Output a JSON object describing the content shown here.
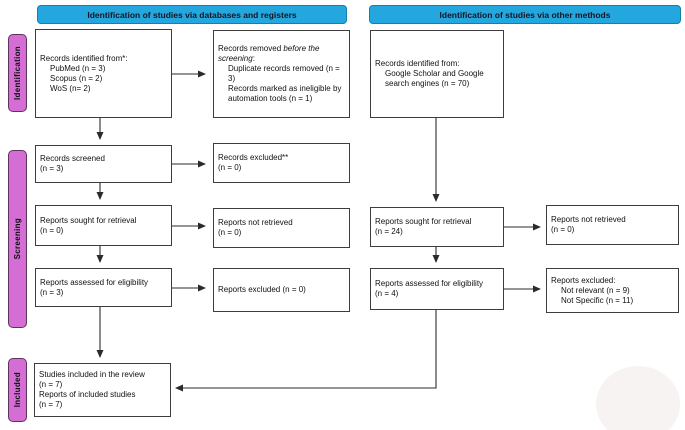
{
  "colors": {
    "header_bg": "#24a7de",
    "stage_bg": "#d46ed4"
  },
  "headers": {
    "databases": "Identification of studies via databases and registers",
    "other": "Identification of studies via other methods"
  },
  "stages": {
    "identification": "Identification",
    "screening": "Screening",
    "included": "Included"
  },
  "boxes": {
    "identified_db": {
      "title": "Records identified from*:",
      "items": [
        "PubMed (n = 3)",
        "Scopus (n = 2)",
        "WoS (n= 2)"
      ]
    },
    "removed_before": {
      "prefix": "Records removed ",
      "italic": "before the screening",
      "suffix": ":",
      "items": [
        "Duplicate records removed (n = 3)",
        "Records marked as ineligible by automation tools (n = 1)"
      ]
    },
    "screened": {
      "line1": "Records screened",
      "line2": "(n = 3)"
    },
    "excluded_screen": {
      "line1": "Records excluded**",
      "line2": "(n = 0)"
    },
    "sought_db": {
      "line1": "Reports sought for retrieval",
      "line2": "(n = 0)"
    },
    "not_retrieved_db": {
      "line1": "Reports not retrieved",
      "line2": "(n = 0)"
    },
    "assessed_db": {
      "line1": "Reports assessed for eligibility",
      "line2": "(n = 3)"
    },
    "excluded_elig_db": {
      "line1": "Reports excluded (n = 0)"
    },
    "identified_other": {
      "title": "Records identified from:",
      "items": [
        "Google Scholar and Google search engines (n = 70)"
      ]
    },
    "sought_other": {
      "line1": "Reports sought for retrieval",
      "line2": "(n = 24)"
    },
    "not_retrieved_other": {
      "line1": "Reports not retrieved",
      "line2": "(n = 0)"
    },
    "assessed_other": {
      "line1": "Reports assessed for eligibility",
      "line2": "(n = 4)"
    },
    "excluded_elig_other": {
      "title": "Reports excluded:",
      "items": [
        "Not relevant (n = 9)",
        "Not Specific (n = 11)"
      ]
    },
    "included_box": {
      "line1": "Studies included in the review",
      "line2": "(n = 7)",
      "line3": "Reports of included studies",
      "line4": "(n = 7)"
    }
  }
}
